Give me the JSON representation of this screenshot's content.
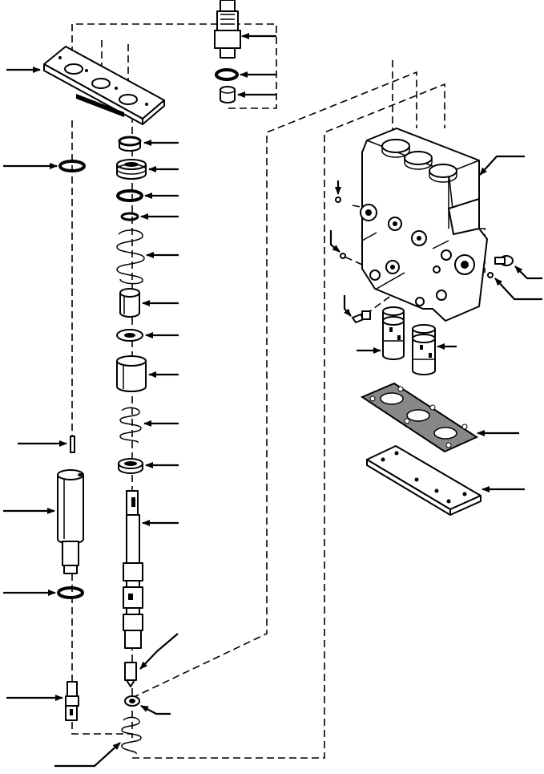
{
  "diagram": {
    "parts": [
      {
        "id": "relief-valve",
        "icon": "relief-valve-icon"
      },
      {
        "id": "o-ring-top",
        "icon": "o-ring-icon"
      },
      {
        "id": "plug-top",
        "icon": "plug-icon"
      },
      {
        "id": "cover-plate",
        "icon": "plate-icon"
      },
      {
        "id": "seat",
        "icon": "seat-icon"
      },
      {
        "id": "spring-retainer",
        "icon": "retainer-icon"
      },
      {
        "id": "o-ring-large",
        "icon": "o-ring-icon"
      },
      {
        "id": "o-ring-small",
        "icon": "o-ring-icon"
      },
      {
        "id": "spring-large",
        "icon": "spring-icon"
      },
      {
        "id": "piston",
        "icon": "piston-icon"
      },
      {
        "id": "washer",
        "icon": "washer-icon"
      },
      {
        "id": "sleeve",
        "icon": "sleeve-icon"
      },
      {
        "id": "spring-medium",
        "icon": "spring-icon"
      },
      {
        "id": "seal",
        "icon": "seal-icon"
      },
      {
        "id": "spool",
        "icon": "spool-icon"
      },
      {
        "id": "poppet",
        "icon": "poppet-icon"
      },
      {
        "id": "ball",
        "icon": "ball-icon"
      },
      {
        "id": "spring-small",
        "icon": "spring-icon"
      },
      {
        "id": "o-ring-left-top",
        "icon": "o-ring-icon"
      },
      {
        "id": "pin",
        "icon": "pin-icon"
      },
      {
        "id": "plunger-housing",
        "icon": "plunger-icon"
      },
      {
        "id": "o-ring-left-bottom",
        "icon": "o-ring-icon"
      },
      {
        "id": "check-valve",
        "icon": "check-valve-icon"
      },
      {
        "id": "valve-body",
        "icon": "valve-body-icon"
      },
      {
        "id": "plug-screw",
        "icon": "screw-icon"
      },
      {
        "id": "dowel-upper",
        "icon": "dowel-icon"
      },
      {
        "id": "dowel-lower",
        "icon": "dowel-icon"
      },
      {
        "id": "bolt",
        "icon": "bolt-icon"
      },
      {
        "id": "bushing-left",
        "icon": "bushing-icon"
      },
      {
        "id": "bushing-right",
        "icon": "bushing-icon"
      },
      {
        "id": "gasket",
        "icon": "gasket-icon"
      },
      {
        "id": "base-plate",
        "icon": "plate-icon"
      }
    ],
    "colors": {
      "ink": "#000000",
      "paper": "#ffffff",
      "gasket_fill": "#888888"
    }
  }
}
